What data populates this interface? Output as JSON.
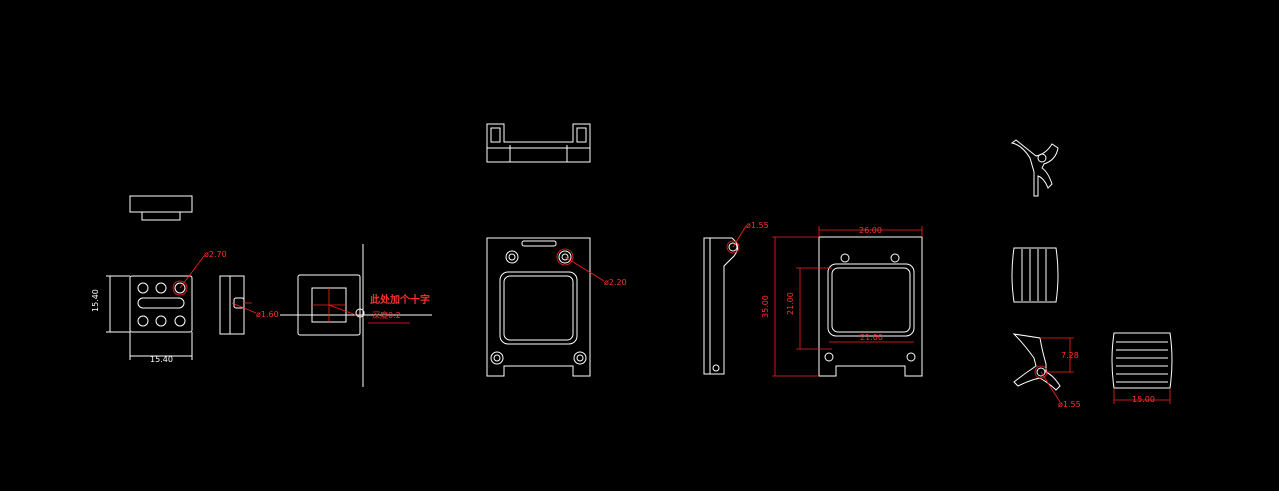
{
  "colors": {
    "background": "#000000",
    "geometry": "#ffffff",
    "dimension": "#ff2020"
  },
  "dims": {
    "block_dia_hole": "ø2.70",
    "block_height": "15.40",
    "block_width": "15.40",
    "side_dia": "ø1.60",
    "note_line1": "此处加个十字",
    "note_line2": "深度0.2",
    "frame_hole": "ø2.20",
    "arm_hole": "ø1.55",
    "top_width": "26.00",
    "total_height": "35.00",
    "inner_height": "21.00",
    "inner_width": "21.00",
    "clip_offset": "7.28",
    "clip_hole": "ø1.55",
    "roller_width": "15.00"
  }
}
